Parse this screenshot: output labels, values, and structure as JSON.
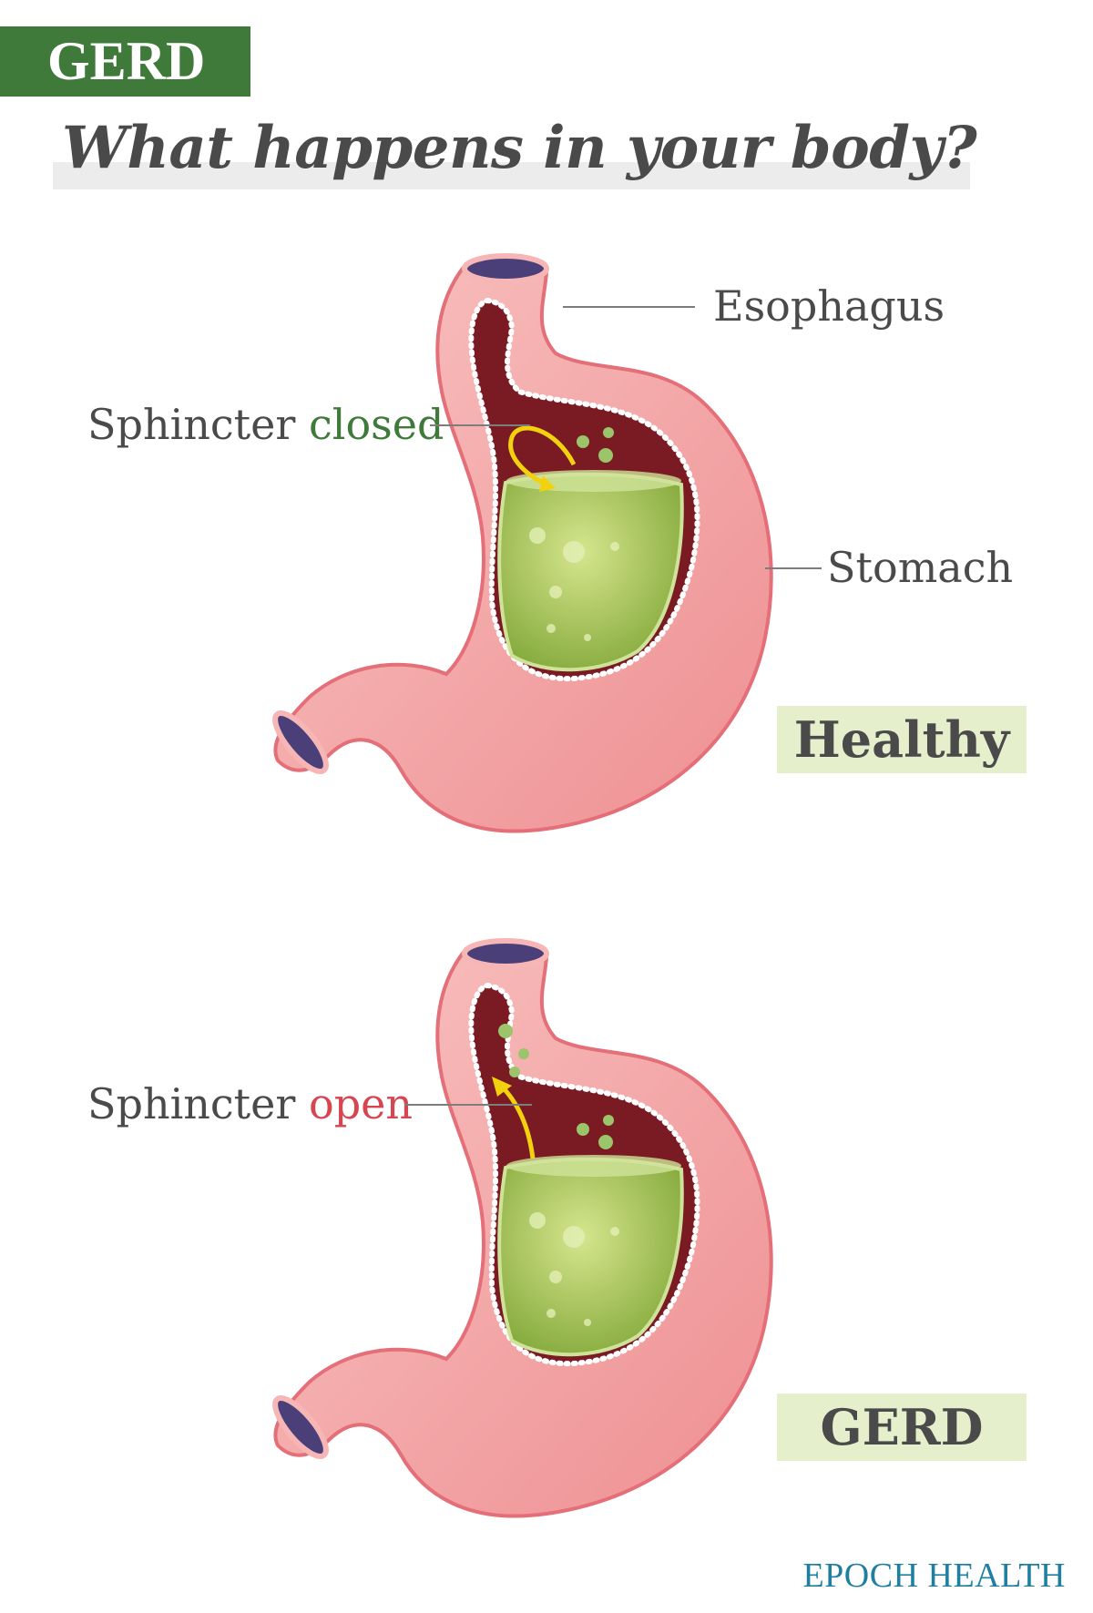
{
  "header": {
    "tag": "GERD",
    "title": "What happens in your body?"
  },
  "healthy_panel": {
    "esophagus_label": "Esophagus",
    "sphincter_word": "Sphincter",
    "sphincter_state": "closed",
    "stomach_label": "Stomach",
    "state_badge": "Healthy"
  },
  "gerd_panel": {
    "sphincter_word": "Sphincter",
    "sphincter_state": "open",
    "state_badge": "GERD"
  },
  "footer": {
    "brand": "EPOCH HEALTH"
  },
  "colors": {
    "tag_green": "#3f7a3b",
    "open_red": "#d64550",
    "badge_bg": "#e6efcc",
    "brand_blue": "#1e7fa1",
    "stomach_pink": "#f4a7a7",
    "acid_green": "#b8d46a",
    "arrow_yellow": "#f2d20f"
  }
}
